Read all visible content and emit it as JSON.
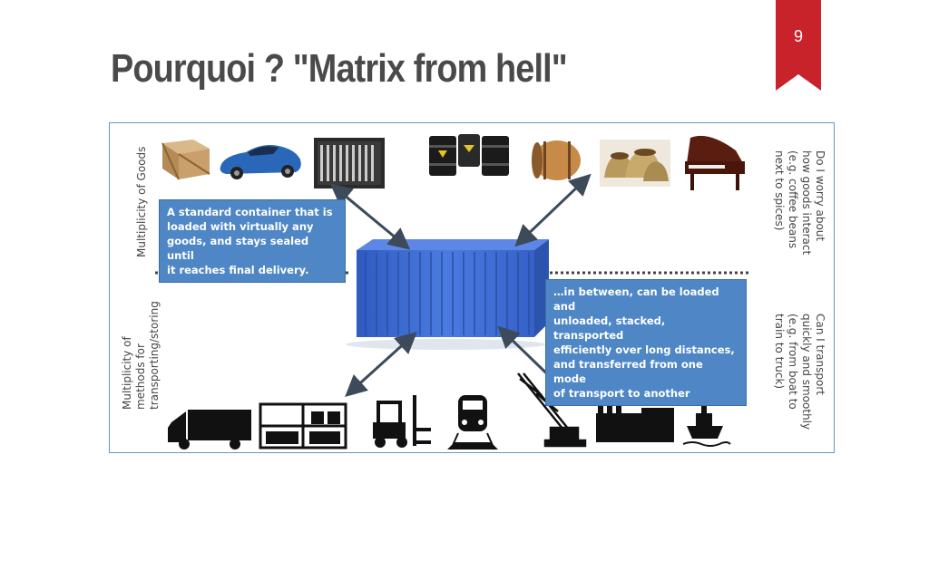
{
  "slide": {
    "title": "Pourquoi ? \"Matrix from hell\"",
    "page_number": "9",
    "accent_color": "#c8222a"
  },
  "figure": {
    "left_top_label": "Multiplicity of Goods",
    "left_bottom_label_lines": [
      "Multiplicity of",
      "methods for",
      "transporting/storing"
    ],
    "right_top_label_lines": [
      "Do I worry about",
      "how goods interact",
      "(e.g. coffee beans",
      "next to spices)"
    ],
    "right_bottom_label_lines": [
      "Can I transport",
      "quickly and smoothly",
      "(e.g. from boat to",
      "train to truck)"
    ],
    "callout_left_lines": [
      "A standard container that is",
      "loaded with virtually any",
      "goods, and stays sealed until",
      "it reaches final delivery."
    ],
    "callout_right_lines": [
      "…in between, can be loaded and",
      "unloaded, stacked, transported",
      "efficiently over long distances,",
      "and transferred from one mode",
      "of transport to another"
    ],
    "goods_icons": [
      "wooden-crate-icon",
      "sports-car-icon",
      "server-rack-icon",
      "oil-barrels-icon",
      "wine-barrel-icon",
      "coffee-sacks-icon",
      "grand-piano-icon"
    ],
    "transport_icons": [
      "truck-icon",
      "storage-rack-icon",
      "forklift-icon",
      "train-icon",
      "crane-icon",
      "factory-icon",
      "ship-icon"
    ],
    "container_color": "#3f6fd1",
    "callout_color": "#4e86c6"
  }
}
